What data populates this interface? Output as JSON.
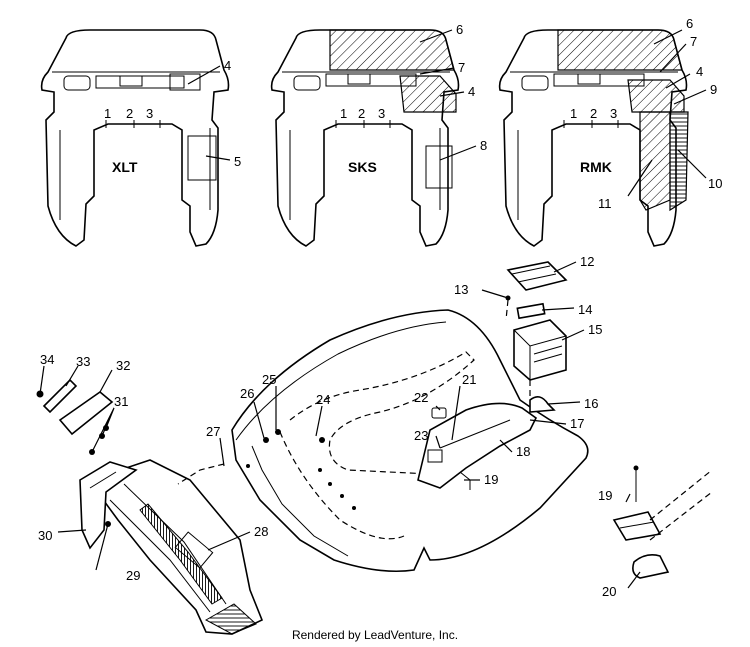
{
  "models": {
    "xlt": "XLT",
    "sks": "SKS",
    "rmk": "RMK"
  },
  "callouts": {
    "c1a": "1",
    "c2a": "2",
    "c3a": "3",
    "c4a": "4",
    "c5": "5",
    "c1b": "1",
    "c2b": "2",
    "c3b": "3",
    "c6b": "6",
    "c7b": "7",
    "c4b": "4",
    "c8": "8",
    "c1c": "1",
    "c2c": "2",
    "c3c": "3",
    "c6c": "6",
    "c7c": "7",
    "c4c": "4",
    "c9": "9",
    "c10": "10",
    "c11": "11",
    "c12": "12",
    "c13": "13",
    "c14": "14",
    "c15": "15",
    "c16": "16",
    "c17": "17",
    "c18": "18",
    "c19a": "19",
    "c19b": "19",
    "c20": "20",
    "c21": "21",
    "c22": "22",
    "c23": "23",
    "c24": "24",
    "c25": "25",
    "c26": "26",
    "c27": "27",
    "c28": "28",
    "c29": "29",
    "c30": "30",
    "c31": "31",
    "c32": "32",
    "c33": "33",
    "c34": "34"
  },
  "watermark": "LEADVENTURE",
  "footer": "Rendered by LeadVenture, Inc."
}
